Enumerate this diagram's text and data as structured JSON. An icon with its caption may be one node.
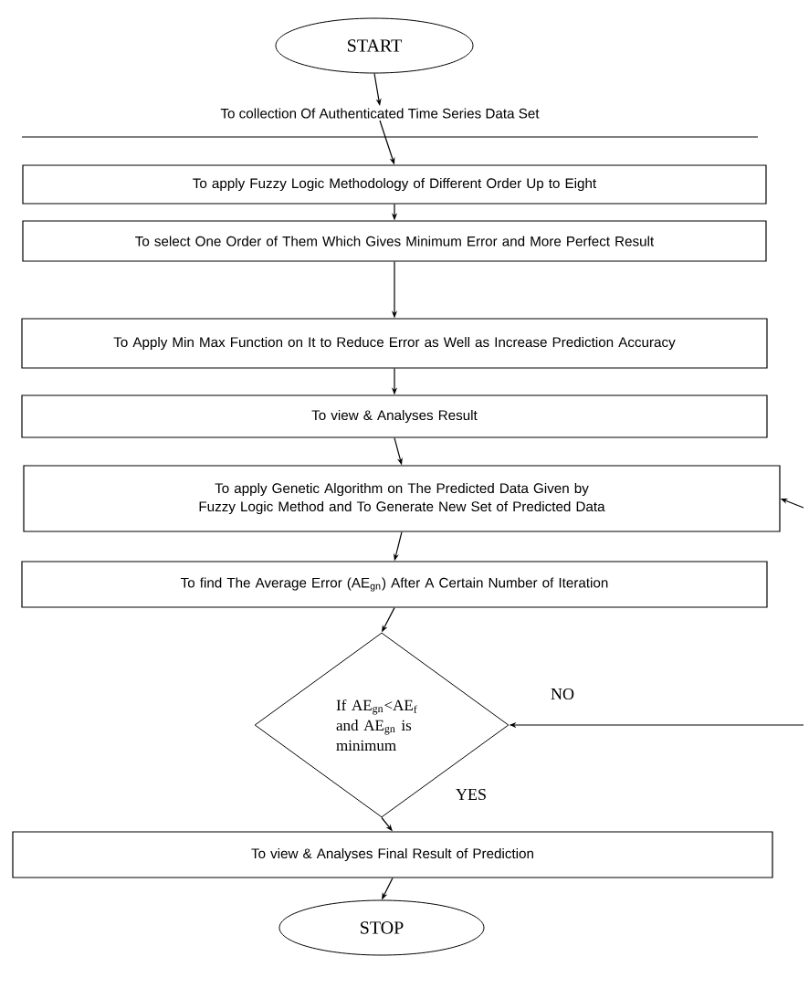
{
  "diagram": {
    "nodes": [
      {
        "text": [
          "START"
        ]
      },
      {
        "text": [
          "To collection Of Authenticated Time Series Data Set"
        ]
      },
      {
        "text": [
          "To apply Fuzzy Logic Methodology of Different Order Up to Eight"
        ]
      },
      {
        "text": [
          "To select One Order of Them Which Gives Minimum Error and More Perfect Result"
        ]
      },
      {
        "text": [
          "To Apply Min Max Function on It to Reduce Error as Well as Increase Prediction Accuracy"
        ]
      },
      {
        "text": [
          "To view & Analyses Result"
        ]
      },
      {
        "text": [
          "To apply Genetic Algorithm on The Predicted Data Given by Fuzzy Logic Method and To Generate New Set of Predicted Data"
        ]
      },
      {
        "text": [
          "To find The Average Error (AE$_{gn}$) After A Certain Number of Iteration"
        ]
      },
      {
        "text": [
          "If AE$_{gn}$<AE$_{f}$ and AE$_{gn}$ is minimum"
        ]
      },
      {
        "text": [
          "To view & Analyses Final Result of Prediction"
        ]
      },
      {
        "text": [
          "STOP"
        ]
      }
    ],
    "edges": [
      {
        "from": 0,
        "to": 1,
        "arrow": "to"
      },
      {
        "from": 1,
        "to": 2,
        "arrow": "to"
      },
      {
        "from": 2,
        "to": 3,
        "arrow": "to"
      },
      {
        "from": 3,
        "to": 4,
        "arrow": "to"
      },
      {
        "from": 4,
        "to": 5,
        "arrow": "to"
      },
      {
        "from": 5,
        "to": 6,
        "arrow": "to"
      },
      {
        "from": 6,
        "to": 7,
        "arrow": "to"
      },
      {
        "from": 7,
        "to": 8,
        "arrow": "to"
      },
      {
        "from": 8,
        "to": 9,
        "arrow": "to",
        "label": "YES"
      },
      {
        "from": 9,
        "to": 10,
        "arrow": "to"
      },
      {
        "from": null,
        "to": 8,
        "arrow": "to",
        "label": "NO"
      },
      {
        "from": null,
        "to": 6,
        "arrow": "to"
      }
    ]
  }
}
